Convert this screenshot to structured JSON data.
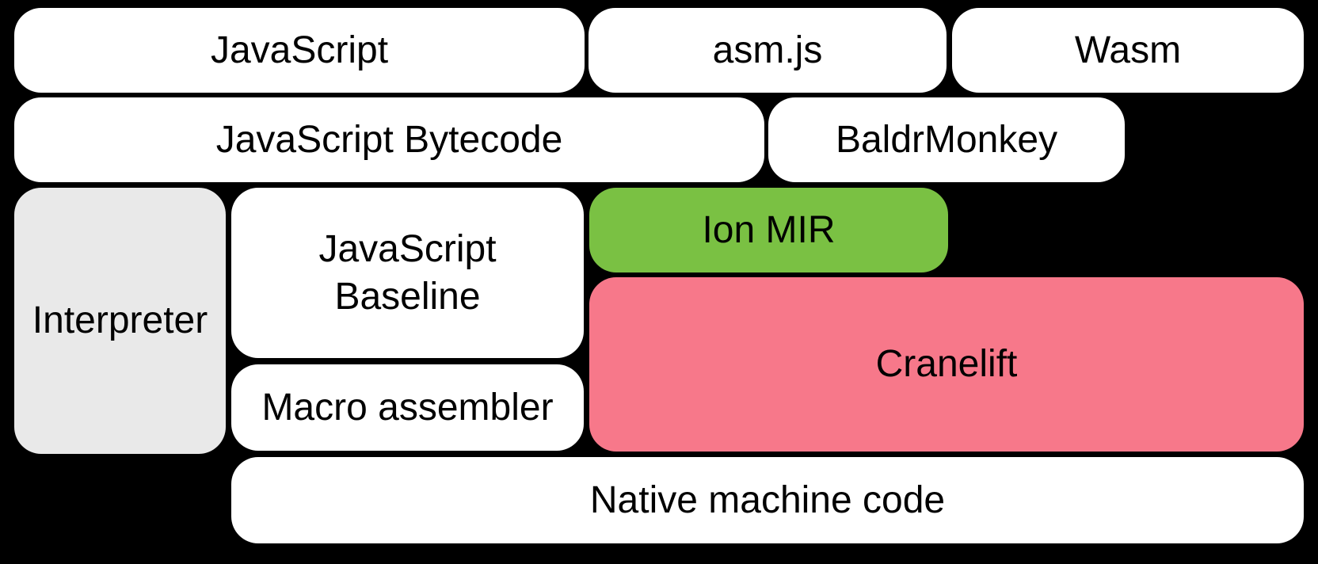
{
  "diagram": {
    "background_color": "#000000",
    "text_color": "#000000",
    "colors": {
      "default_box": "#FFFFFF",
      "interpreter_box": "#E9E9E9",
      "ion_mir_box": "#7AC143",
      "cranelift_box": "#F7788A"
    },
    "nodes": [
      {
        "id": "javascript",
        "label": "JavaScript",
        "fill": "#FFFFFF"
      },
      {
        "id": "asmjs",
        "label": "asm.js",
        "fill": "#FFFFFF"
      },
      {
        "id": "wasm",
        "label": "Wasm",
        "fill": "#FFFFFF"
      },
      {
        "id": "javascript-bytecode",
        "label": "JavaScript Bytecode",
        "fill": "#FFFFFF"
      },
      {
        "id": "baldrmonkey",
        "label": "BaldrMonkey",
        "fill": "#FFFFFF"
      },
      {
        "id": "interpreter",
        "label": "Interpreter",
        "fill": "#E9E9E9"
      },
      {
        "id": "javascript-baseline",
        "label": "JavaScript Baseline",
        "fill": "#FFFFFF"
      },
      {
        "id": "ion-mir",
        "label": "Ion MIR",
        "fill": "#7AC143"
      },
      {
        "id": "cranelift",
        "label": "Cranelift",
        "fill": "#F7788A"
      },
      {
        "id": "macro-assembler",
        "label": "Macro assembler",
        "fill": "#FFFFFF"
      },
      {
        "id": "native-machine-code",
        "label": "Native machine code",
        "fill": "#FFFFFF"
      }
    ]
  }
}
